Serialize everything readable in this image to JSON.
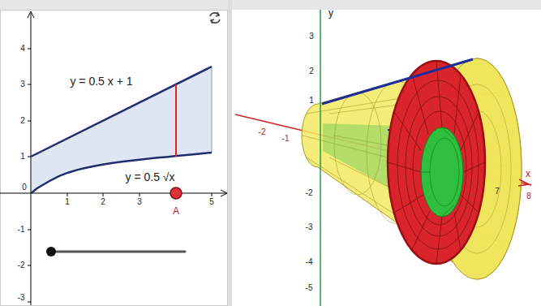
{
  "diagram": {
    "labels": [
      "y = 0.5 x + 1",
      "y = 0.5 √x",
      "A",
      "0",
      "1",
      "2",
      "3",
      "5",
      "4",
      "3",
      "2",
      "1",
      "-1",
      "-2",
      "-3",
      "y",
      "3",
      "2",
      "1",
      "-2",
      "-3",
      "-4",
      "-5",
      "-2",
      "-1",
      "7",
      "x",
      "8"
    ]
  }
}
